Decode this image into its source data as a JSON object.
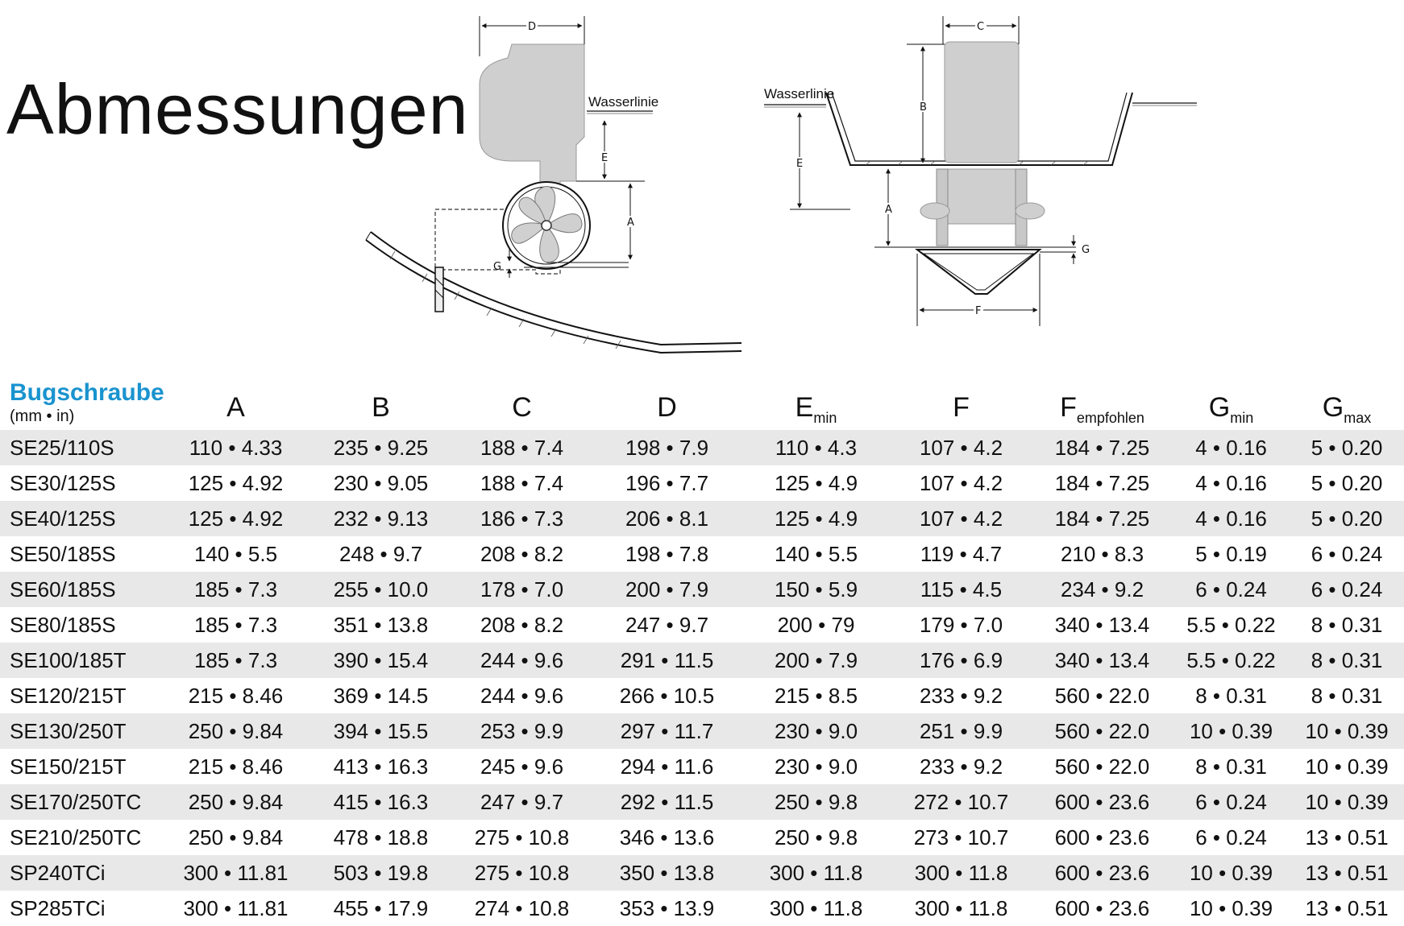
{
  "title": "Abmessungen",
  "diagram_labels": {
    "D": "D",
    "E": "E",
    "A": "A",
    "G": "G",
    "C": "C",
    "B": "B",
    "F": "F",
    "waterline": "Wasserlinie"
  },
  "table": {
    "header_model": "Bugschraube",
    "header_units": "(mm • in)",
    "columns": [
      {
        "main": "A",
        "sub": ""
      },
      {
        "main": "B",
        "sub": ""
      },
      {
        "main": "C",
        "sub": ""
      },
      {
        "main": "D",
        "sub": ""
      },
      {
        "main": "E",
        "sub": "min"
      },
      {
        "main": "F",
        "sub": ""
      },
      {
        "main": "F",
        "sub": "empfohlen"
      },
      {
        "main": "G",
        "sub": "min"
      },
      {
        "main": "G",
        "sub": "max"
      }
    ],
    "rows": [
      [
        "SE25/110S",
        "110 • 4.33",
        "235 • 9.25",
        "188 • 7.4",
        "198 • 7.9",
        "110 • 4.3",
        "107 • 4.2",
        "184 • 7.25",
        "4 • 0.16",
        "5 • 0.20"
      ],
      [
        "SE30/125S",
        "125 • 4.92",
        "230 • 9.05",
        "188 • 7.4",
        "196 • 7.7",
        "125 • 4.9",
        "107 • 4.2",
        "184 • 7.25",
        "4 • 0.16",
        "5 • 0.20"
      ],
      [
        "SE40/125S",
        "125 • 4.92",
        "232 • 9.13",
        "186 • 7.3",
        "206 • 8.1",
        "125 • 4.9",
        "107 • 4.2",
        "184 • 7.25",
        "4 • 0.16",
        "5 • 0.20"
      ],
      [
        "SE50/185S",
        "140 • 5.5",
        "248 • 9.7",
        "208 • 8.2",
        "198 • 7.8",
        "140 • 5.5",
        "119 • 4.7",
        "210 • 8.3",
        "5 • 0.19",
        "6 • 0.24"
      ],
      [
        "SE60/185S",
        "185 • 7.3",
        "255 • 10.0",
        "178 • 7.0",
        "200 • 7.9",
        "150 • 5.9",
        "115 • 4.5",
        "234 • 9.2",
        "6 • 0.24",
        "6 • 0.24"
      ],
      [
        "SE80/185S",
        "185 • 7.3",
        "351 • 13.8",
        "208 • 8.2",
        "247 • 9.7",
        "200 • 79",
        "179 • 7.0",
        "340 • 13.4",
        "5.5 • 0.22",
        "8 • 0.31"
      ],
      [
        "SE100/185T",
        "185 • 7.3",
        "390 • 15.4",
        "244 • 9.6",
        "291 • 11.5",
        "200 • 7.9",
        "176 • 6.9",
        "340 • 13.4",
        "5.5 • 0.22",
        "8 • 0.31"
      ],
      [
        "SE120/215T",
        "215 • 8.46",
        "369 • 14.5",
        "244 • 9.6",
        "266 • 10.5",
        "215 • 8.5",
        "233 • 9.2",
        "560 • 22.0",
        "8 • 0.31",
        "8 • 0.31"
      ],
      [
        "SE130/250T",
        "250 • 9.84",
        "394 • 15.5",
        "253 • 9.9",
        "297 • 11.7",
        "230 • 9.0",
        "251 • 9.9",
        "560 • 22.0",
        "10 • 0.39",
        "10 • 0.39"
      ],
      [
        "SE150/215T",
        "215 • 8.46",
        "413 • 16.3",
        "245 • 9.6",
        "294 • 11.6",
        "230 • 9.0",
        "233 • 9.2",
        "560 • 22.0",
        "8 • 0.31",
        "10 • 0.39"
      ],
      [
        "SE170/250TC",
        "250 • 9.84",
        "415 • 16.3",
        "247 • 9.7",
        "292 • 11.5",
        "250 • 9.8",
        "272 • 10.7",
        "600 • 23.6",
        "6 • 0.24",
        "10 • 0.39"
      ],
      [
        "SE210/250TC",
        "250 • 9.84",
        "478 • 18.8",
        "275 • 10.8",
        "346 • 13.6",
        "250 • 9.8",
        "273 • 10.7",
        "600 • 23.6",
        "6 • 0.24",
        "13 • 0.51"
      ],
      [
        "SP240TCi",
        "300 • 11.81",
        "503 • 19.8",
        "275 • 10.8",
        "350 • 13.8",
        "300 • 11.8",
        "300 • 11.8",
        "600 • 23.6",
        "10 • 0.39",
        "13 • 0.51"
      ],
      [
        "SP285TCi",
        "300 • 11.81",
        "455 • 17.9",
        "274 • 10.8",
        "353 • 13.9",
        "300 • 11.8",
        "300 • 11.8",
        "600 • 23.6",
        "10 • 0.39",
        "13 • 0.51"
      ]
    ]
  }
}
